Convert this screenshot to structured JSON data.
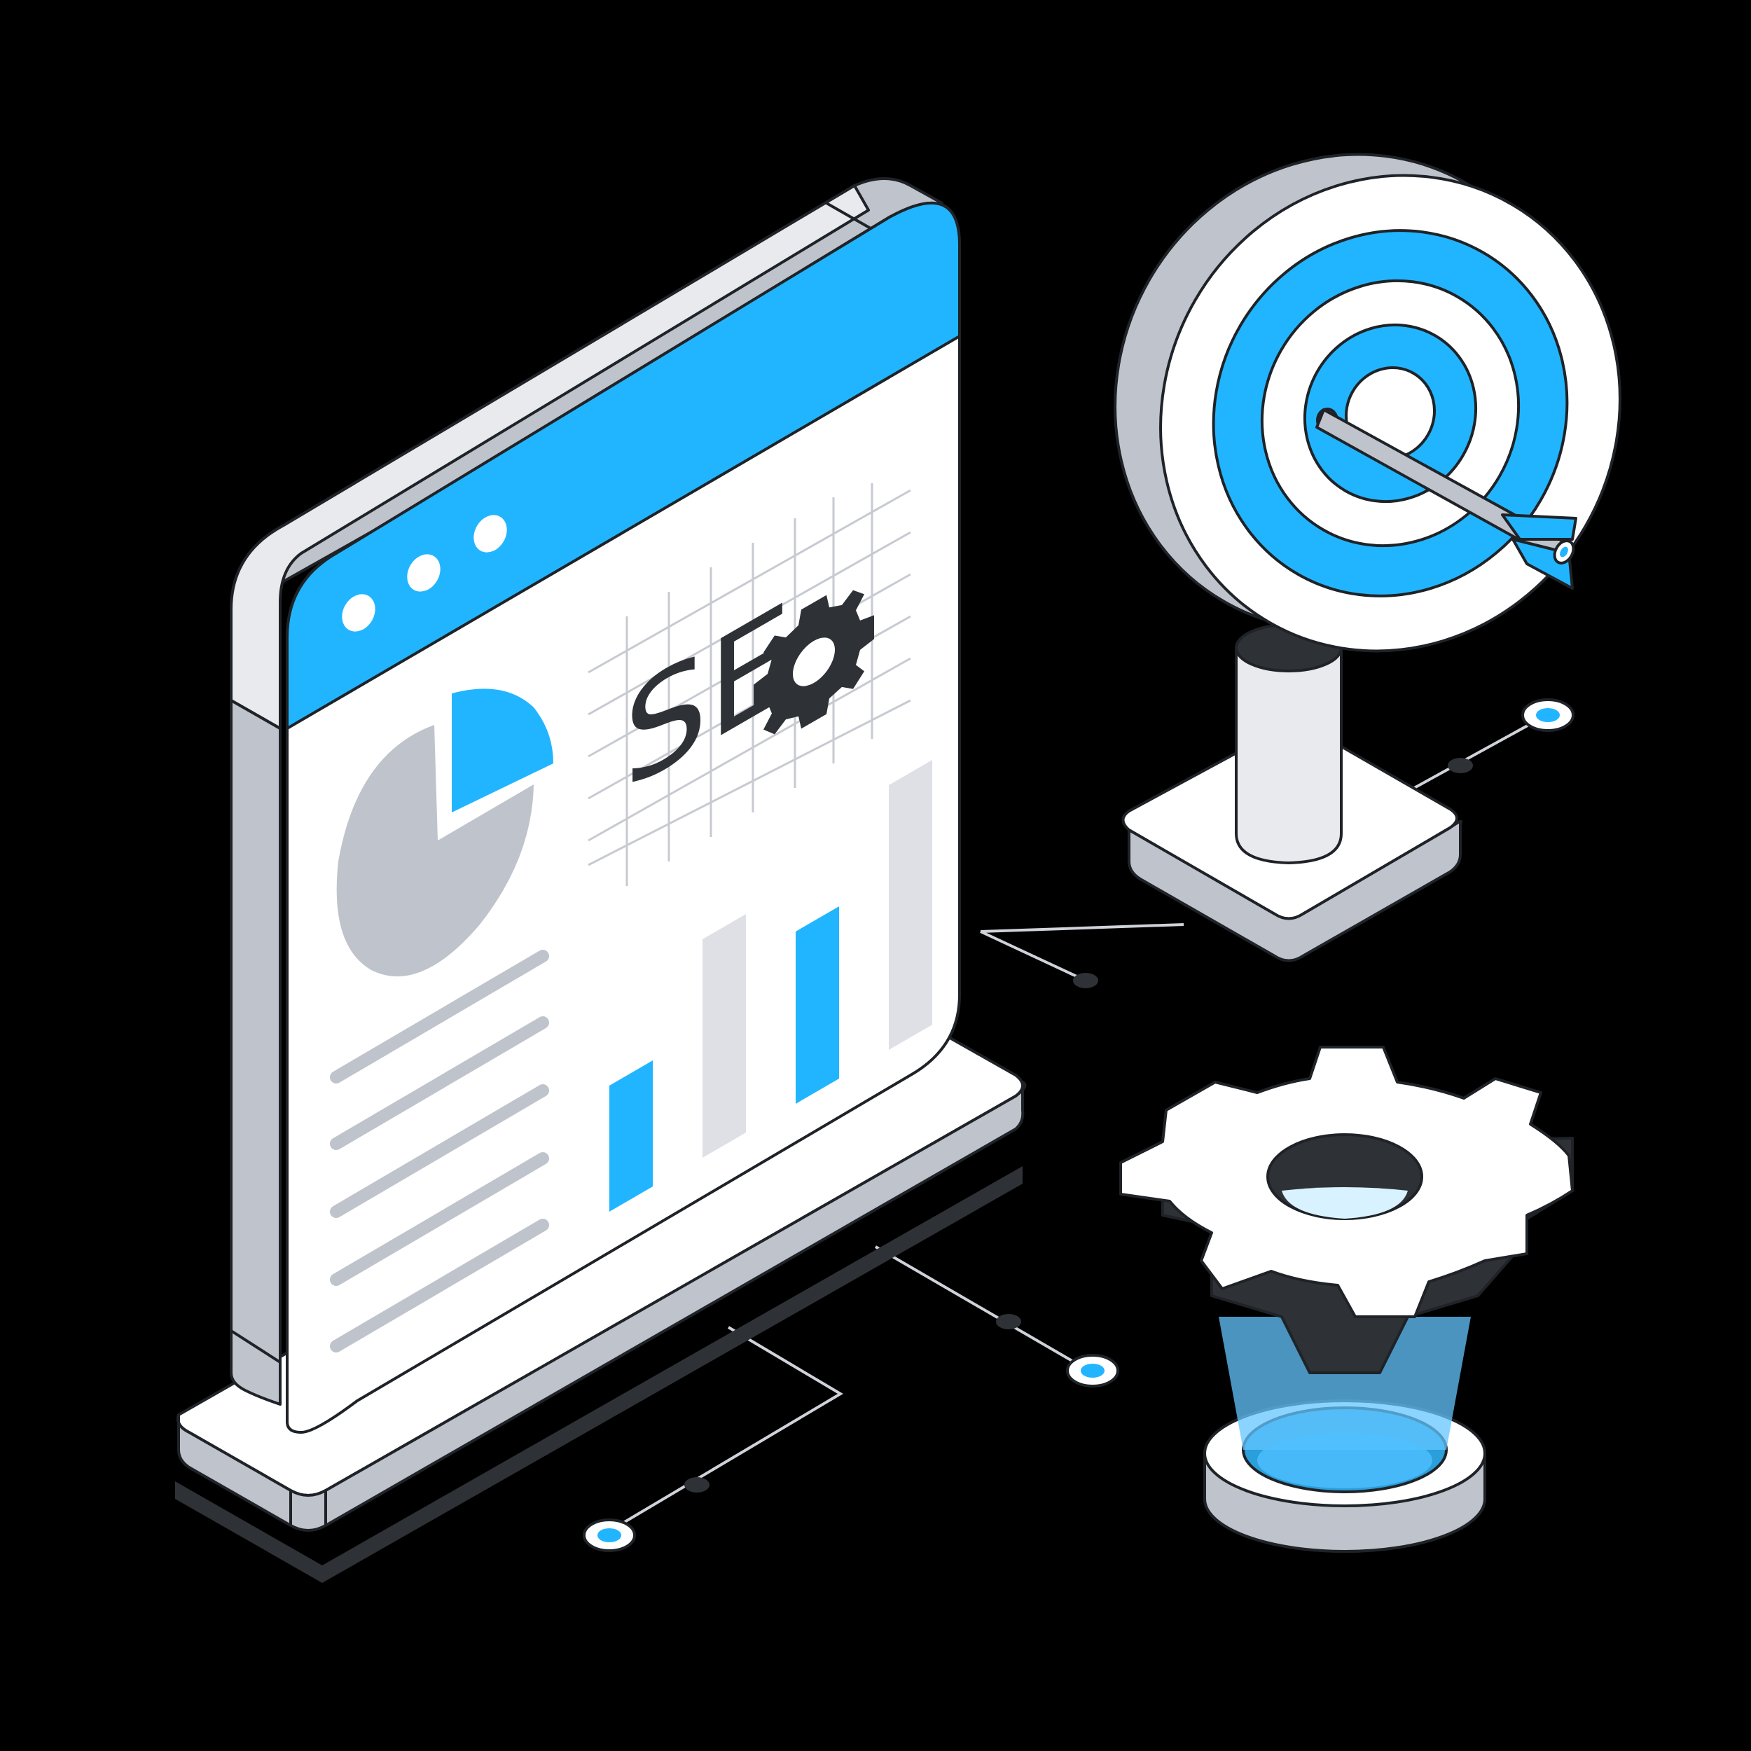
{
  "illustration": {
    "seo_text": "SE",
    "colors": {
      "background": "#000000",
      "accent": "#22B5FF",
      "panel": "#FFFFFF",
      "frame": "#BFC3CB",
      "frame_light": "#E9EAEE",
      "muted_bar": "#DEE0E5",
      "dark": "#2E3236",
      "outline": "#1F2328"
    },
    "icons": [
      "browser-window-icon",
      "pie-chart-icon",
      "bar-chart-icon",
      "gear-icon",
      "target-icon",
      "arrow-icon",
      "connector-dot-icon"
    ],
    "bar_chart": {
      "values": [
        0.3,
        0.52,
        0.41,
        0.63
      ],
      "colors": [
        "#22B5FF",
        "#DEE0E5",
        "#22B5FF",
        "#DEE0E5"
      ]
    },
    "pie_chart": {
      "highlight_fraction": 0.25
    }
  }
}
